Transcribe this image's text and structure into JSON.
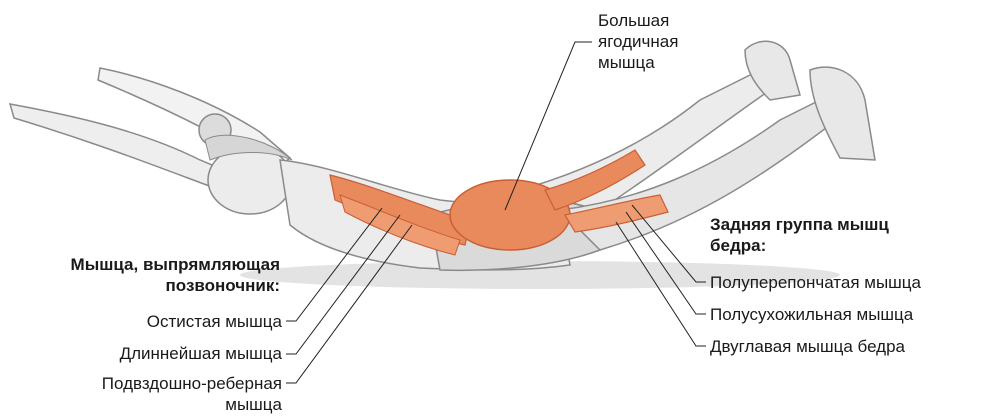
{
  "labels": {
    "glute_line1": "Большая",
    "glute_line2": "ягодичная",
    "glute_line3": "мышца",
    "erector_title1": "Мышца, выпрямляющая",
    "erector_title2": "позвоночник:",
    "spinalis": "Остистая мышца",
    "longissimus": "Длиннейшая мышца",
    "iliocostalis_line1": "Подвздошно-реберная",
    "iliocostalis_line2": "мышца",
    "hamstrings_title1": "Задняя группа мышц",
    "hamstrings_title2": "бедра:",
    "semimembranosus": "Полуперепончатая мышца",
    "semitendinosus": "Полусухожильная мышца",
    "biceps_femoris": "Двуглавая мышца бедра"
  },
  "colors": {
    "muscle": "#e98a5c",
    "muscle_dark": "#c95f35",
    "skin": "#ececec",
    "outline": "#8a8a8a",
    "leader": "#222222",
    "shadow": "#d8d8d8"
  }
}
